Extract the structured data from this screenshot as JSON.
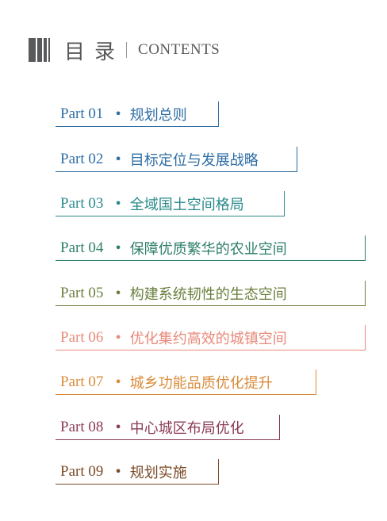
{
  "header": {
    "title_cn": "目录",
    "title_en": "CONTENTS"
  },
  "items": [
    {
      "part": "Part 01",
      "bullet": "•",
      "label": "规划总则",
      "color": "#2e6da4"
    },
    {
      "part": "Part 02",
      "bullet": "•",
      "label": "目标定位与发展战略",
      "color": "#2e6da4"
    },
    {
      "part": "Part 03",
      "bullet": "•",
      "label": "全域国土空间格局",
      "color": "#2b8a8a"
    },
    {
      "part": "Part 04",
      "bullet": "•",
      "label": "保障优质繁华的农业空间",
      "color": "#2e7f6b"
    },
    {
      "part": "Part 05",
      "bullet": "•",
      "label": "构建系统韧性的生态空间",
      "color": "#6b7f3c"
    },
    {
      "part": "Part 06",
      "bullet": "•",
      "label": "优化集约高效的城镇空间",
      "color": "#e8897a"
    },
    {
      "part": "Part 07",
      "bullet": "•",
      "label": "城乡功能品质优化提升",
      "color": "#d98b3a"
    },
    {
      "part": "Part 08",
      "bullet": "•",
      "label": "中心城区布局优化",
      "color": "#8a3a55"
    },
    {
      "part": "Part 09",
      "bullet": "•",
      "label": "规划实施",
      "color": "#7a4a26"
    }
  ]
}
